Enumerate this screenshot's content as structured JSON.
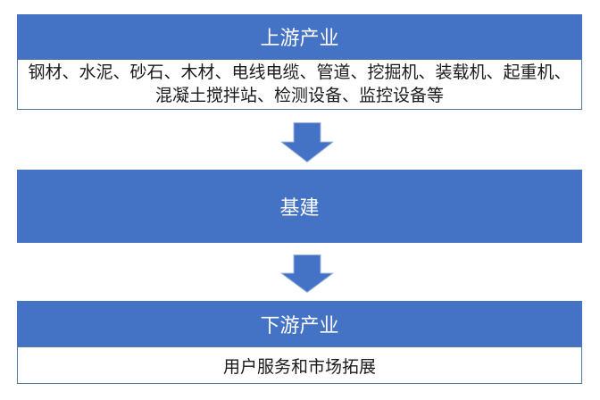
{
  "colors": {
    "primary_blue": "#4472C4",
    "box_border": "#54779C",
    "header_text": "#ffffff",
    "body_text": "#1a1a1a",
    "arrow_fill": "#4472C4",
    "arrow_stroke": "#9DB7E0",
    "background": "#ffffff"
  },
  "flowchart": {
    "upstream": {
      "title": "上游产业",
      "body": "钢材、水泥、砂石、木材、电线电缆、管道、挖掘机、装载机、起重机、混凝土搅拌站、检测设备、监控设备等"
    },
    "middle": {
      "title": "基建"
    },
    "downstream": {
      "title": "下游产业",
      "body": "用户服务和市场拓展"
    },
    "arrows": {
      "icon": "down-arrow-icon",
      "count": 2
    }
  }
}
